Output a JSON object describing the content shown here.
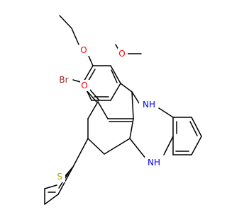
{
  "molecule": {
    "atoms": {
      "br": {
        "label": "Br",
        "color": "#a52a2a"
      },
      "o_ethoxy": {
        "label": "O",
        "color": "#ff0000"
      },
      "o_methoxy": {
        "label": "O",
        "color": "#ff0000"
      },
      "o_carbonyl": {
        "label": "O",
        "color": "#ff0000"
      },
      "nh_upper": {
        "label": "NH",
        "color": "#0000ff"
      },
      "nh_lower": {
        "label": "NH",
        "color": "#0000ff"
      },
      "s_thiophene": {
        "label": "S",
        "color": "#b8a000"
      }
    },
    "bond_color": "#000000"
  }
}
